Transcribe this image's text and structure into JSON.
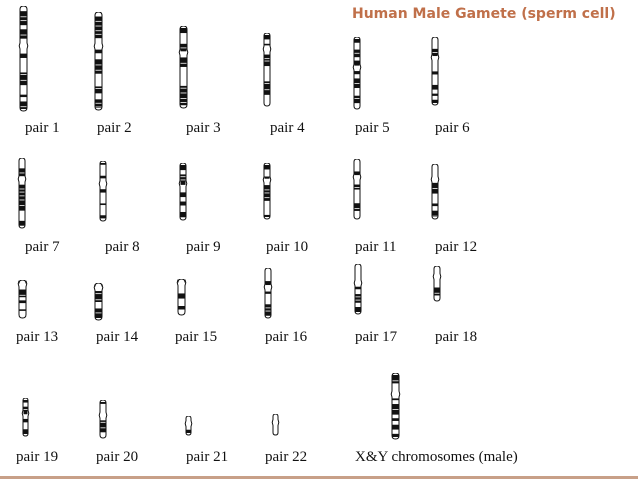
{
  "title": "Human Male Gamete (sperm cell)",
  "pairs": [
    {
      "label": "pair 1"
    },
    {
      "label": "pair 2"
    },
    {
      "label": "pair 3"
    },
    {
      "label": "pair 4"
    },
    {
      "label": "pair 5"
    },
    {
      "label": "pair 6"
    },
    {
      "label": "pair 7"
    },
    {
      "label": "pair 8"
    },
    {
      "label": "pair 9"
    },
    {
      "label": "pair 10"
    },
    {
      "label": "pair 11"
    },
    {
      "label": "pair 12"
    },
    {
      "label": "pair 13"
    },
    {
      "label": "pair 14"
    },
    {
      "label": "pair 15"
    },
    {
      "label": "pair 16"
    },
    {
      "label": "pair 17"
    },
    {
      "label": "pair 18"
    },
    {
      "label": "pair 19"
    },
    {
      "label": "pair 20"
    },
    {
      "label": "pair 21"
    },
    {
      "label": "pair 22"
    }
  ],
  "sex_chromosomes": {
    "label": "X&Y chromosomes (male)"
  },
  "colors": {
    "title": "#c0704a",
    "band": "#111111"
  }
}
